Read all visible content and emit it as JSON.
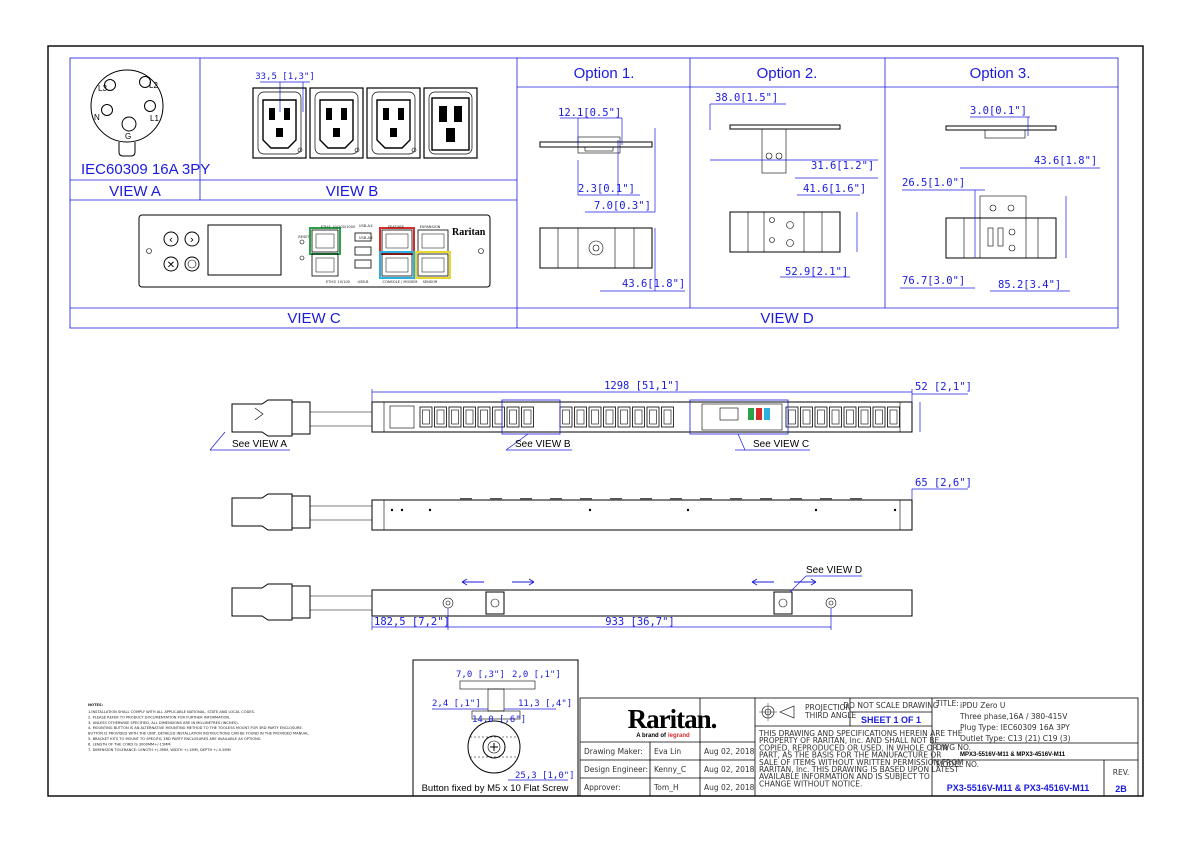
{
  "sheet_code": "",
  "view_a": {
    "plug_label": "IEC60309 16A 3PY",
    "title": "VIEW A",
    "pins": [
      "L3",
      "L2",
      "N",
      "L1",
      "G"
    ]
  },
  "view_b": {
    "title": "VIEW B",
    "dim": "33,5 [1,3\"]"
  },
  "view_c": {
    "title": "VIEW C",
    "port_labels": [
      "ETH① 10/100/1000",
      "USB-A①",
      "FEATURE",
      "EXPANSION",
      "ETH② 10/100",
      "USB-B",
      "CONSOLE / MODEM",
      "SENSOR",
      "USB-A②",
      "RESET"
    ],
    "brand": "Raritan"
  },
  "view_d": {
    "title": "VIEW D",
    "options": [
      {
        "title": "Option 1.",
        "dims": [
          "12.1[0.5\"]",
          "2.3[0.1\"]",
          "7.0[0.3\"]",
          "43.6[1.8\"]"
        ]
      },
      {
        "title": "Option  2.",
        "dims": [
          "38.0[1.5\"]",
          "31.6[1.2\"]",
          "41.6[1.6\"]",
          "52.9[2.1\"]"
        ]
      },
      {
        "title": "Option 3.",
        "dims": [
          "3.0[0.1\"]",
          "43.6[1.8\"]",
          "26.5[1.0\"]",
          "76.7[3.0\"]",
          "85.2[3.4\"]"
        ]
      }
    ]
  },
  "front": {
    "length_dim": "1298 [51,1\"]",
    "depth_dim": "52 [2,1\"]",
    "callouts": [
      "See VIEW A",
      "See VIEW B",
      "See VIEW C"
    ]
  },
  "side": {
    "width_dim": "65 [2,6\"]"
  },
  "back": {
    "callout": "See VIEW D",
    "dim_left": "182,5 [7,2\"]",
    "dim_center": "933 [36,7\"]"
  },
  "button_detail": {
    "dims": [
      "7,0 [,3\"]",
      "2,0 [,1\"]",
      "2,4 [,1\"]",
      "11,3 [,4\"]",
      "14,0 [,6\"]",
      "25,3 [1,0\"]"
    ],
    "caption": "Button fixed by M5 x 10 Flat Screw"
  },
  "notes": {
    "heading": "NOTES:",
    "lines": [
      "1.INSTALLATION SHALL COMPLY WITH ALL APPLICABLE NATIONAL, STATE AND LOCAL CODES.",
      "2. PLEASE REFER TO PRODUCT DOCUMENTATION FOR FURTHER INFORMATION.",
      "3. UNLESS OTHERWISE SPECIFIED, ALL DIMENSIONS ARE IN MILLIMETRES (INCHES).",
      "4. MOUNTING BUTTON IS AN ALTERNATIVE MOUNTING METHOD TO THE TOOLESS MOUNT FOR 3RD PARTY ENCLOSURE.",
      "   BUTTON IS PROVIDED WITH THE UNIT. DETAILED INSTALLATION INSTRUCTIONS CAN BE FOUND IN THE PROVIDED MANUAL.",
      "5. BRACKET KITS TO MOUNT TO SPECIFIC 3RD PARTY ENCLOSURES ARE AVAILABLE AS OPTIONS.",
      "6. LENGTH OF THE CORD IS 3000MM+/-15MM",
      "7. DIMENSION TOLERANCE: LENGTH +/-3MM, WIDTH +/-1MM, DEPTH +/-0.5MM"
    ]
  },
  "title_block": {
    "logo": "Raritan.",
    "brand_line": "A brand of",
    "brand_name": "legrand",
    "rows": [
      {
        "role": "Drawing Maker:",
        "name": "Eva Lin",
        "date": "Aug 02, 2018"
      },
      {
        "role": "Design Engineer:",
        "name": "Kenny_C",
        "date": "Aug 02, 2018"
      },
      {
        "role": "Approver:",
        "name": "Tom_H",
        "date": "Aug 02, 2018"
      }
    ],
    "projection": [
      "PROJECTION",
      "THIRD ANGLE"
    ],
    "do_not_scale": "DO NOT SCALE DRAWING",
    "sheet": "SHEET 1 OF 1",
    "legal": [
      "THIS DRAWING AND SPECIFICATIONS HEREIN ARE THE",
      "PROPERTY OF RARITAN, Inc. AND SHALL NOT BE",
      "COPIED, REPRODUCED OR USED, IN WHOLE OR IN",
      "PART, AS THE BASIS FOR THE MANUFACTURE OR",
      "SALE OF ITEMS WITHOUT WRITTEN PERMISSION FROM",
      "RARITAN, Inc. THIS DRAWING IS BASED UPON LATEST",
      "AVAILABLE INFORMATION AND IS SUBJECT TO",
      "CHANGE WITHOUT NOTICE."
    ],
    "title_label": "TITLE:",
    "title_lines": [
      "iPDU Zero U",
      "Three phase,16A / 380-415V",
      "Plug Type: IEC60309 16A 3PY",
      "Outlet Type: C13 (21) C19 (3)"
    ],
    "dwg_label": "DWG NO.",
    "dwg_no": "MPX3-5516V-M11 & MPX3-4516V-M11",
    "model_label": "MODEL NO.",
    "model_no": "PX3-5516V-M11 & PX3-4516V-M11",
    "rev_label": "REV.",
    "rev": "2B"
  },
  "colors": {
    "accent": "#1a1ae0",
    "line": "#000000",
    "view_c_ports": [
      "#2aa24a",
      "#d42b2b",
      "#2bb0e0",
      "#e8d82b"
    ]
  }
}
